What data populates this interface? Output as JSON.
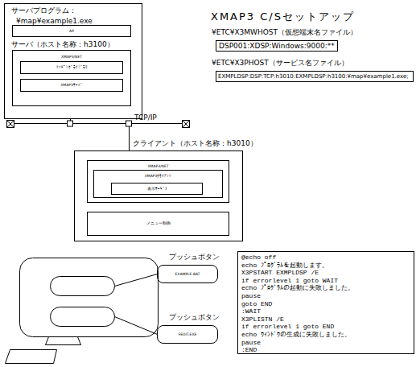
{
  "diagram": {
    "nodes": [
      {
        "text": [
          "サーバプログラム：",
          "¥map¥example1.exe",
          "サーバ（ホスト名称：h3100）"
        ]
      },
      {
        "text": [
          "AP"
        ],
        "in": 0
      },
      {
        "text": [
          "XMAP3/NET"
        ],
        "in": 0
      },
      {
        "text": [
          "ﾏｯﾋﾟﾝｸﾞﾗｲﾌﾞﾗﾘ"
        ],
        "in": 2
      },
      {
        "text": [
          "XMAP3ｻｰﾊﾞ"
        ],
        "in": 2
      },
      {
        "text": [
          "¥ETC¥X3MWHOST（仮想端末名ファイル）",
          "DSP001:XDSP:Windows:9000:**"
        ]
      },
      {
        "text": [
          "¥ETC¥X3PHOST（サービス名ファイル）",
          "EXMPLDSP:DSP:TCP:h3010:EXMPLDSP:h3100:¥map¥example1.exe;"
        ]
      },
      {
        "text": [
          "クライアント（ホスト名称：h3010）"
        ]
      },
      {
        "text": [
          "XMAP3/NET"
        ],
        "in": 7
      },
      {
        "text": [
          "XMAP3ｸﾗｲｱﾝﾄ"
        ],
        "in": 8
      },
      {
        "text": [
          "表示ｻｰﾋﾞｽ"
        ],
        "in": 9
      },
      {
        "text": [
          "メニュー制御"
        ],
        "in": 7
      },
      {
        "text": [
          "プッシュボタン",
          "EXAMPLE.BAT"
        ]
      },
      {
        "text": [
          "@echo off",
          "echo ﾌﾟﾛｸﾞﾗﾑを起動します。",
          "X3PSTART EXMPLDSP /E",
          "if errorlevel 1 goto WAIT",
          "echo ﾌﾟﾛｸﾞﾗﾑの起動に失敗しました。",
          "pause",
          "goto END",
          ":WAIT",
          "X3PLISTN /E",
          "if errorlevel 1 goto END",
          "echo ｳｨﾝﾄﾞｳの生成に失敗しました。",
          "pause",
          ":END"
        ]
      },
      {
        "text": [
          "プッシュボタン",
          "FEDIT.EXE"
        ]
      }
    ],
    "edges": [
      {
        "from": 0,
        "to": 7,
        "arrow": "none"
      }
    ],
    "labels": [
      "XMAP3 C/Sセットアップ",
      "TCP/IP"
    ]
  }
}
